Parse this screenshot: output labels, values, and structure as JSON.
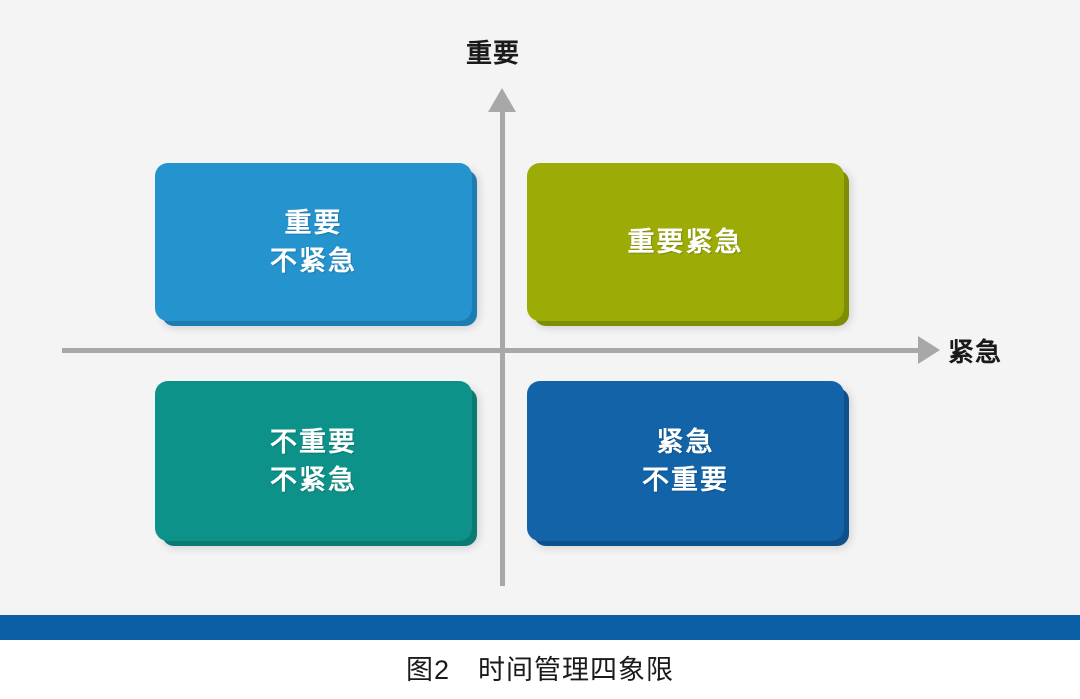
{
  "figure": {
    "background_color": "#f4f4f4",
    "page_background_color": "#ffffff",
    "caption": "图2　时间管理四象限",
    "divider_color": "#0b5fa5"
  },
  "axes": {
    "vertical": {
      "label": "重要",
      "direction": "up",
      "color": "#a8a8a8"
    },
    "horizontal": {
      "label": "紧急",
      "direction": "right",
      "color": "#a8a8a8"
    }
  },
  "quadrants": [
    {
      "id": "important-not-urgent",
      "position": "top-left",
      "lines": [
        "重要",
        "不紧急"
      ],
      "color": "#2593ce",
      "shadow_color": "#1d7cb0"
    },
    {
      "id": "important-urgent",
      "position": "top-right",
      "lines": [
        "重要紧急"
      ],
      "color": "#9cab06",
      "shadow_color": "#7f8c05"
    },
    {
      "id": "not-important-not-urgent",
      "position": "bottom-left",
      "lines": [
        "不重要",
        "不紧急"
      ],
      "color": "#0d9289",
      "shadow_color": "#0a7a72"
    },
    {
      "id": "urgent-not-important",
      "position": "bottom-right",
      "lines": [
        "紧急",
        "不重要"
      ],
      "color": "#1263a8",
      "shadow_color": "#0e5089"
    }
  ]
}
